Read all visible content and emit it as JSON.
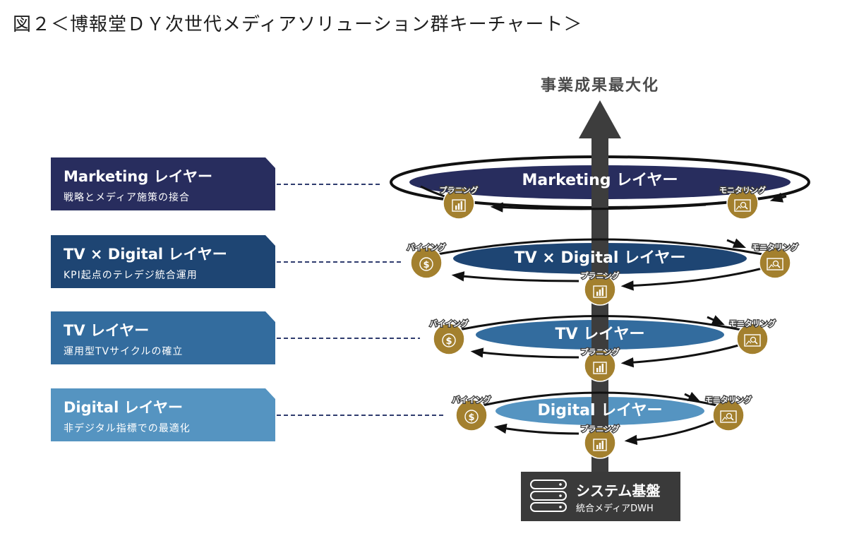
{
  "figure_title": "図２＜博報堂ＤＹ次世代メディアソリューション群キーチャート＞",
  "goal_label": "事業成果最大化",
  "layers": [
    {
      "title": "Marketing レイヤー",
      "subtitle": "戦略とメディア施策の接合",
      "color": "#282d5e",
      "badges": {
        "left": "プラニング",
        "right": "モニタリング"
      }
    },
    {
      "title": "TV × Digital レイヤー",
      "subtitle": "KPI起点のテレデジ統合運用",
      "color": "#1e4573",
      "badges": {
        "left": "バイイング",
        "right": "モニタリング",
        "center": "プラニング"
      }
    },
    {
      "title": "TV レイヤー",
      "subtitle": "運用型TVサイクルの確立",
      "color": "#336c9e",
      "badges": {
        "left": "バイイング",
        "right": "モニタリング",
        "center": "プラニング"
      }
    },
    {
      "title": "Digital レイヤー",
      "subtitle": "非デジタル指標での最適化",
      "color": "#5594c1",
      "badges": {
        "left": "バイイング",
        "right": "モニタリング",
        "center": "プラニング"
      }
    }
  ],
  "system_base": {
    "title": "システム基盤",
    "subtitle": "統合メディアDWH"
  },
  "colors": {
    "arrow": "#3d3d3d",
    "badge": "#a3802e",
    "system_box": "#3a3a3a"
  }
}
